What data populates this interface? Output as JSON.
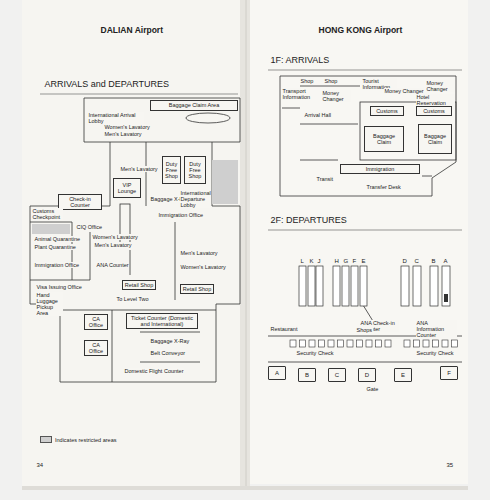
{
  "diagram": {
    "nodes": [
      {
        "text": [
          "Baggage Claim Area"
        ]
      },
      {
        "text": [
          "VIP Lounge"
        ]
      },
      {
        "text": [
          "Duty Free Shop"
        ]
      },
      {
        "text": [
          "Duty Free Shop"
        ]
      },
      {
        "text": [
          "Check-in Counter"
        ]
      },
      {
        "text": [
          "CA Office"
        ]
      },
      {
        "text": [
          "Ticket Counter (Domestic and International)"
        ]
      },
      {
        "text": [
          "CA Office"
        ]
      },
      {
        "text": [
          "Retail Shop"
        ]
      },
      {
        "text": [
          "Retail Shop"
        ]
      },
      {
        "text": [
          "Customs"
        ]
      },
      {
        "text": [
          "Customs"
        ]
      },
      {
        "text": [
          "Baggage Claim"
        ]
      },
      {
        "text": [
          "Baggage Claim"
        ]
      },
      {
        "text": [
          "Immigration"
        ]
      },
      {
        "text": [
          "A"
        ]
      },
      {
        "text": [
          "B"
        ]
      },
      {
        "text": [
          "C"
        ]
      },
      {
        "text": [
          "D"
        ]
      },
      {
        "text": [
          "E"
        ]
      },
      {
        "text": [
          "F"
        ]
      }
    ],
    "labels": [
      "DALIAN Airport",
      "ARRIVALS and DEPARTURES",
      "International Arrival Lobby",
      "Women's Lavatory",
      "Men's Lavatory",
      "Men's Lavatory",
      "Baggage X-Ray",
      "International Departure Lobby",
      "Immigration Office",
      "Customs Checkpoint",
      "CIQ Office",
      "Women's Lavatory",
      "Men's Lavatory",
      "Animal Quarantine",
      "Plant Quarantine",
      "Immigration Office",
      "ANA Counter",
      "Men's Lavatory",
      "Women's Lavatory",
      "Visa Issuing Office",
      "Hand Luggage Pickup Area",
      "To Level Two",
      "Baggage X-Ray",
      "Belt Conveyor",
      "Domestic Flight Counter",
      "34",
      "HONG KONG Airport",
      "1F: ARRIVALS",
      "Shop",
      "Shop",
      "Tourist Information",
      "Money Changer",
      "Money Changer",
      "Money Changer",
      "Hotel Reservation",
      "Transport Information",
      "Arrival Hall",
      "Transit",
      "Transfer Desk",
      "2F: DEPARTURES",
      "L",
      "K",
      "J",
      "H",
      "G",
      "F",
      "E",
      "D",
      "C",
      "B",
      "A",
      "ANA Check-in Counter",
      "ANA Information Counter",
      "Restaurant",
      "Shops",
      "Security Check",
      "Security Check",
      "Gate",
      "35"
    ],
    "legend": [
      {
        "text": "Indicates restricted areas",
        "color": "#cfcfcf"
      }
    ]
  }
}
